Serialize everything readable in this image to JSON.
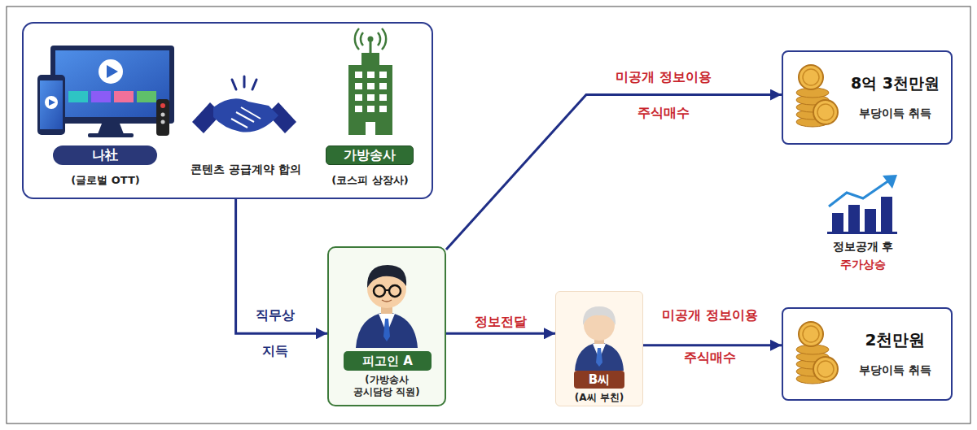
{
  "diagram": {
    "nodes": [
      {
        "text": [
          "콘텐츠 공급계약 합의"
        ]
      },
      {
        "text": [
          "나社",
          "(글로벌 OTT)"
        ],
        "in": 0
      },
      {
        "text": [
          "가방송사",
          "(코스피 상장사)"
        ],
        "in": 0
      },
      {
        "text": [
          "피고인 A",
          "(가방송사 공시담당 직원)"
        ]
      },
      {
        "text": [
          "B씨",
          "(A씨 부친)"
        ]
      },
      {
        "text": [
          "8억 3천만원",
          "부당이득 취득"
        ]
      },
      {
        "text": [
          "2천만원",
          "부당이득 취득"
        ]
      }
    ],
    "edges": [
      {
        "from": 0,
        "to": 3,
        "arrow": "to",
        "label": "직무상 지득"
      },
      {
        "from": 3,
        "to": 5,
        "arrow": "to",
        "label": "미공개 정보이용 주식매수"
      },
      {
        "from": 3,
        "to": 4,
        "arrow": "to",
        "label": "정보전달"
      },
      {
        "from": 4,
        "to": 6,
        "arrow": "to",
        "label": "미공개 정보이용 주식매수"
      }
    ],
    "labels": [
      "정보공개 후",
      "주가상승"
    ]
  }
}
